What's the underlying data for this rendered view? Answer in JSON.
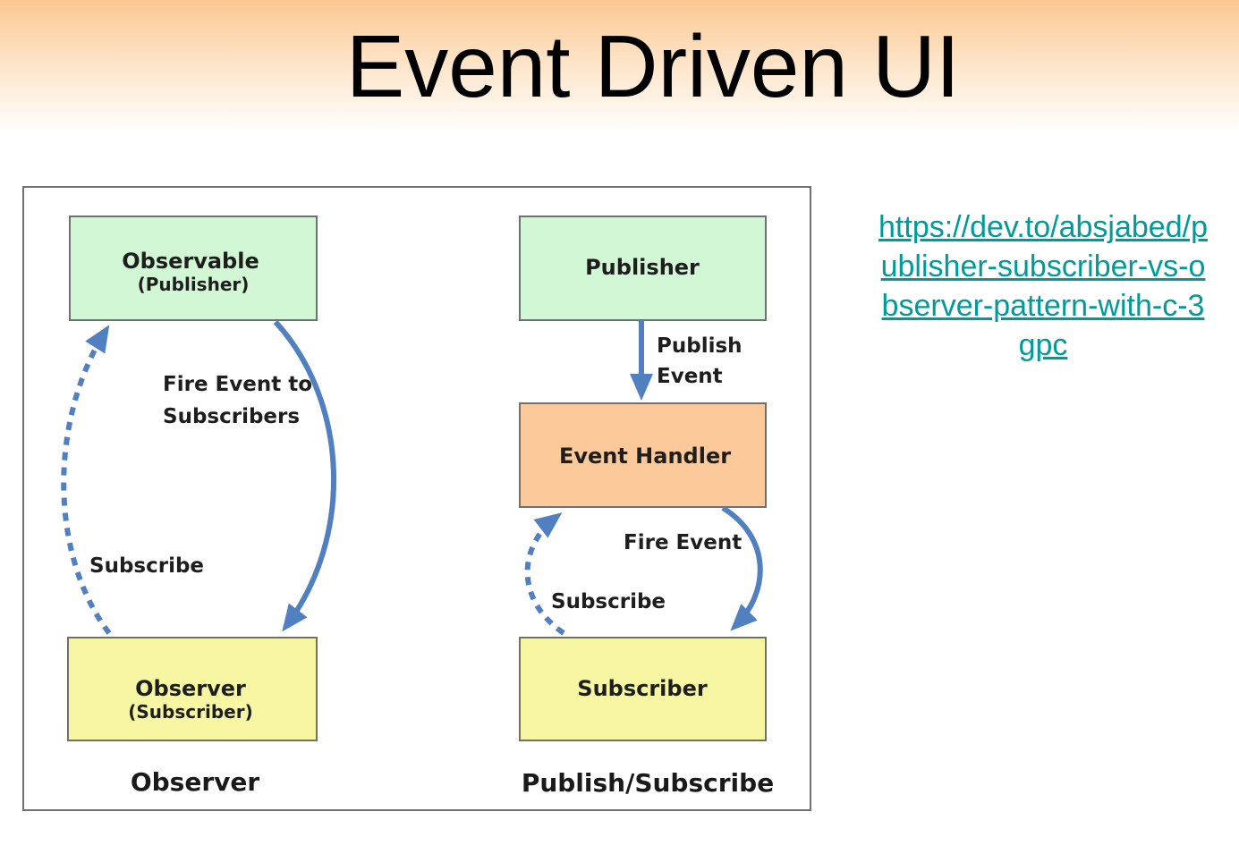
{
  "slide": {
    "title": "Event Driven UI",
    "link_text": "https://dev.to/absjabed/publisher-subscriber-vs-observer-pattern-with-c-3gpc"
  },
  "observer_diagram": {
    "observable_box": {
      "title": "Observable",
      "subtitle": "(Publisher)"
    },
    "observer_box": {
      "title": "Observer",
      "subtitle": "(Subscriber)"
    },
    "fire_label_line1": "Fire Event to",
    "fire_label_line2": "Subscribers",
    "subscribe_label": "Subscribe",
    "caption": "Observer"
  },
  "pubsub_diagram": {
    "publisher_box": "Publisher",
    "publish_label_line1": "Publish",
    "publish_label_line2": "Event",
    "event_handler_box": "Event Handler",
    "fire_label": "Fire Event",
    "subscribe_label": "Subscribe",
    "subscriber_box": "Subscriber",
    "caption": "Publish/Subscribe"
  },
  "colors": {
    "publisher_fill": "#d2f7d4",
    "handler_fill": "#fcc99a",
    "subscriber_fill": "#f7f7a3",
    "arrow": "#5080c0",
    "link": "#009a9a"
  }
}
